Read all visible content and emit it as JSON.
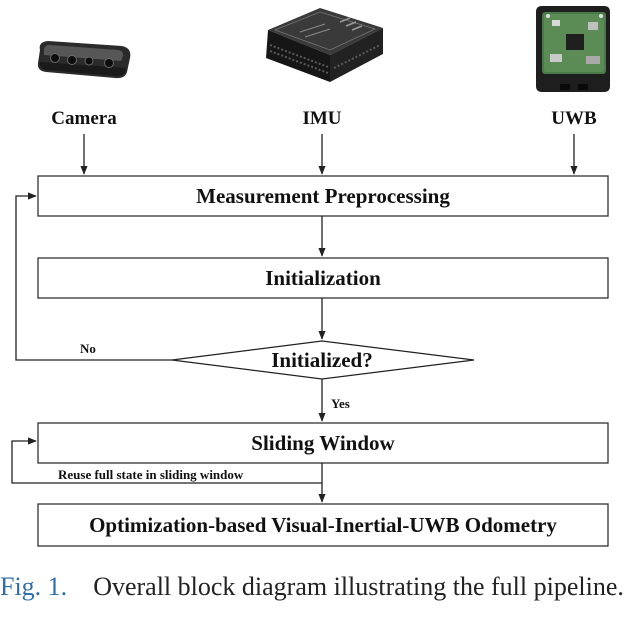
{
  "sensors": {
    "camera": {
      "label": "Camera",
      "icon": "depth-camera-icon"
    },
    "imu": {
      "label": "IMU",
      "icon": "imu-board-icon"
    },
    "uwb": {
      "label": "UWB",
      "icon": "uwb-module-icon"
    }
  },
  "boxes": {
    "preprocessing": "Measurement Preprocessing",
    "initialization": "Initialization",
    "decision": "Initialized?",
    "sliding_window": "Sliding Window",
    "odometry": "Optimization-based Visual-Inertial-UWB Odometry"
  },
  "edges": {
    "no": "No",
    "yes": "Yes",
    "reuse": "Reuse full state in sliding window"
  },
  "caption": {
    "label": "Fig. 1.",
    "text": "Overall block diagram illustrating the full pipeline."
  },
  "colors": {
    "stroke": "#222222",
    "caption_label": "#2f6ea8"
  }
}
